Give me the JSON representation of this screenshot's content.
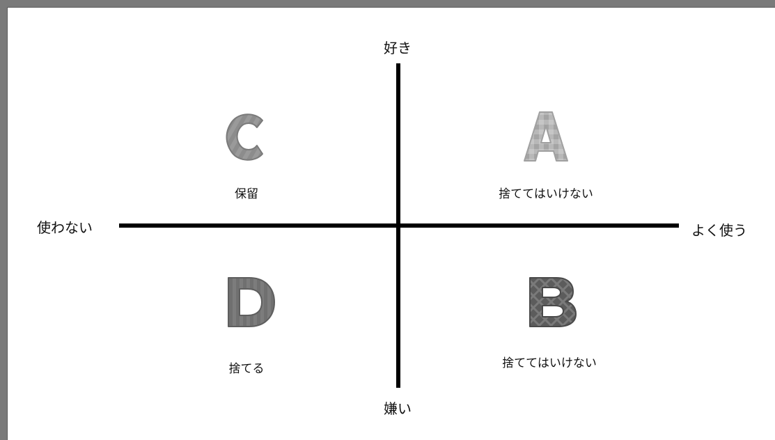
{
  "axes": {
    "top_label": "好き",
    "bottom_label": "嫌い",
    "left_label": "使わない",
    "right_label": "よく使う"
  },
  "quadrants": {
    "top_left": {
      "letter": "C",
      "label": "保留",
      "color": "#8a8a8a"
    },
    "top_right": {
      "letter": "A",
      "label": "捨ててはいけない",
      "color": "#b0b0b0"
    },
    "bottom_left": {
      "letter": "D",
      "label": "捨てる",
      "color": "#6e6e6e"
    },
    "bottom_right": {
      "letter": "B",
      "label": "捨ててはいけない",
      "color": "#5e5e5e"
    }
  },
  "colors": {
    "background": "#ffffff",
    "axis": "#000000",
    "frame": "#7a7a7a"
  }
}
